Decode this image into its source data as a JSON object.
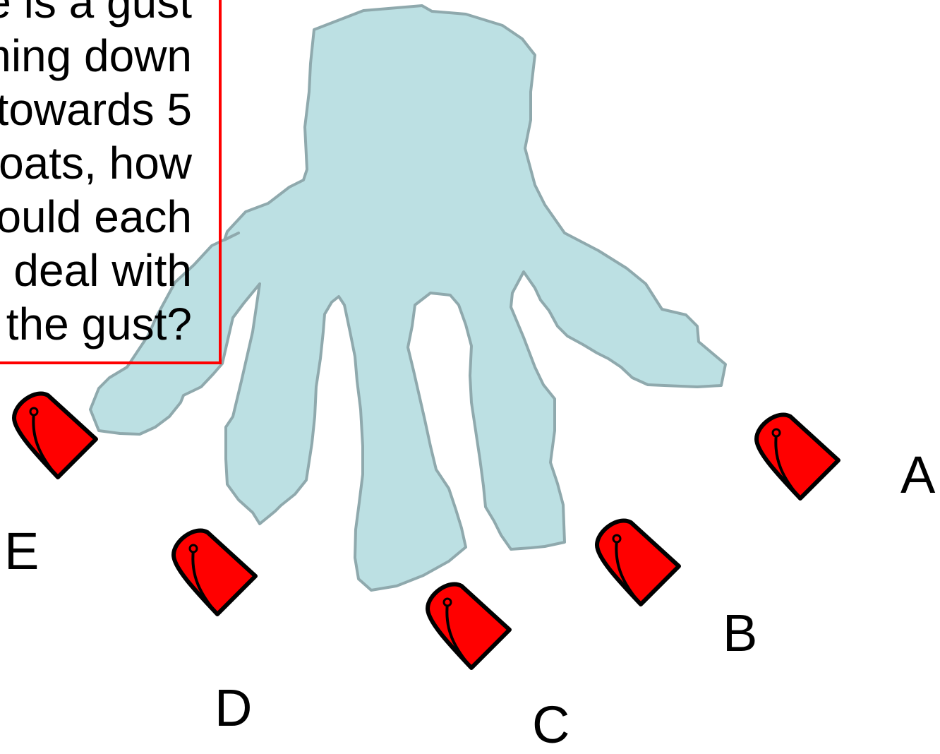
{
  "question": {
    "lines": [
      "If there is a gust",
      "coming down",
      "towards 5",
      "boats, how",
      "should each",
      "one deal with",
      "the gust?"
    ]
  },
  "boats": [
    {
      "label": "A"
    },
    {
      "label": "B"
    },
    {
      "label": "C"
    },
    {
      "label": "D"
    },
    {
      "label": "E"
    }
  ],
  "colors": {
    "gust_fill": "#bce0e3",
    "gust_stroke": "#8fa9ad",
    "boat_fill": "#ff0000",
    "boat_stroke": "#000000",
    "box_border": "#ff0000"
  },
  "icons": {
    "gust": "gust-hand-icon",
    "boat": "sailboat-hull-icon"
  }
}
